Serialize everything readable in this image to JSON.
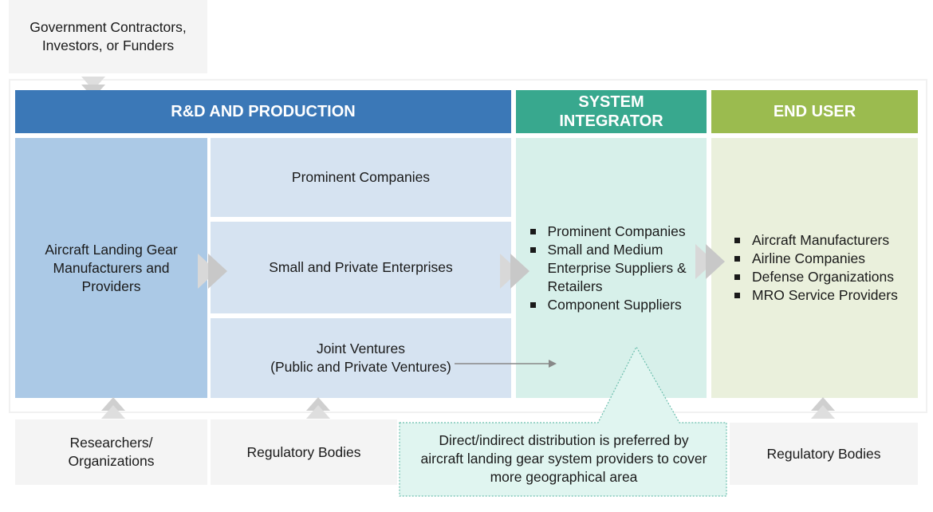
{
  "top_source": {
    "label": "Government Contractors, Investors, or Funders"
  },
  "columns": {
    "rnd": {
      "header": "R&D AND PRODUCTION",
      "color": "#3b78b7",
      "main_cell": "Aircraft Landing Gear Manufacturers and Providers",
      "main_cell_color": "#abc9e6",
      "sub_cells": [
        {
          "label": "Prominent Companies"
        },
        {
          "label": "Small and Private Enterprises"
        },
        {
          "label": "Joint Ventures",
          "sublabel": "(Public and Private Ventures)"
        }
      ],
      "sub_cell_color": "#d6e3f1"
    },
    "integrator": {
      "header_line1": "SYSTEM",
      "header_line2": "INTEGRATOR",
      "color": "#38a88e",
      "cell_color": "#d7f0ea",
      "items": [
        "Prominent Companies",
        "Small and Medium Enterprise Suppliers & Retailers",
        "Component Suppliers"
      ]
    },
    "end_user": {
      "header": "END USER",
      "color": "#9bbb4f",
      "cell_color": "#eaf0dc",
      "items": [
        "Aircraft Manufacturers",
        "Airline Companies",
        "Defense Organizations",
        "MRO Service Providers"
      ]
    }
  },
  "bottom_sources": [
    {
      "label_line1": "Researchers/",
      "label_line2": "Organizations"
    },
    {
      "label": "Regulatory Bodies"
    },
    {
      "label": "Regulatory Bodies"
    }
  ],
  "callout": {
    "text": "Direct/indirect distribution is preferred by aircraft landing gear system providers to cover more geographical area",
    "fill": "#e0f5f0",
    "border": "#6cbfae"
  }
}
